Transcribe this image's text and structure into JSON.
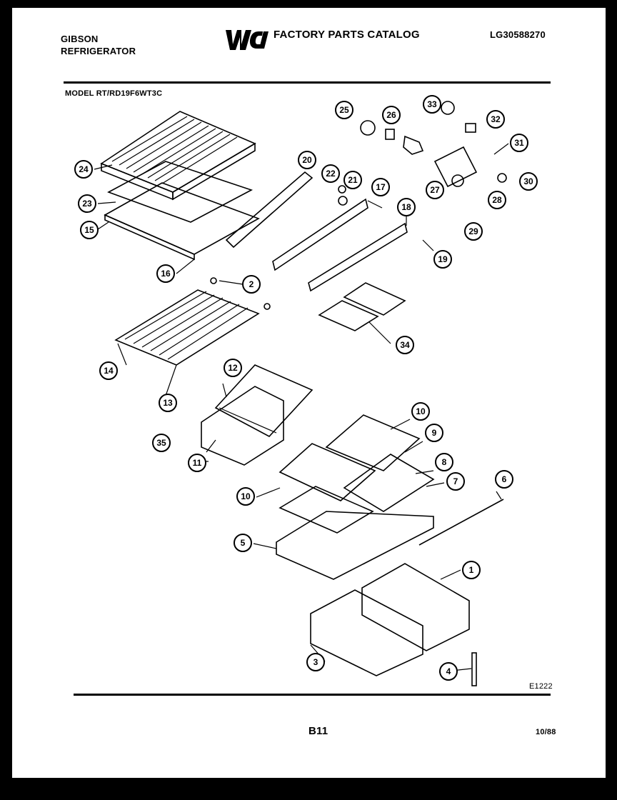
{
  "header": {
    "brand": "GIBSON",
    "product": "REFRIGERATOR",
    "catalog_title": "FACTORY PARTS CATALOG",
    "catalog_number": "LG30588270",
    "logo": "WCI"
  },
  "model_label": "MODEL RT/RD19F6WT3C",
  "figure_code": "E1222",
  "footer": {
    "page_number": "B11",
    "date": "10/88"
  },
  "callouts": [
    "1",
    "2",
    "3",
    "4",
    "5",
    "6",
    "7",
    "8",
    "9",
    "10",
    "10",
    "11",
    "12",
    "13",
    "14",
    "15",
    "16",
    "17",
    "18",
    "19",
    "20",
    "21",
    "22",
    "23",
    "24",
    "25",
    "26",
    "27",
    "28",
    "29",
    "30",
    "31",
    "32",
    "33",
    "34",
    "35"
  ],
  "colors": {
    "ink": "#000000",
    "paper": "#ffffff"
  }
}
